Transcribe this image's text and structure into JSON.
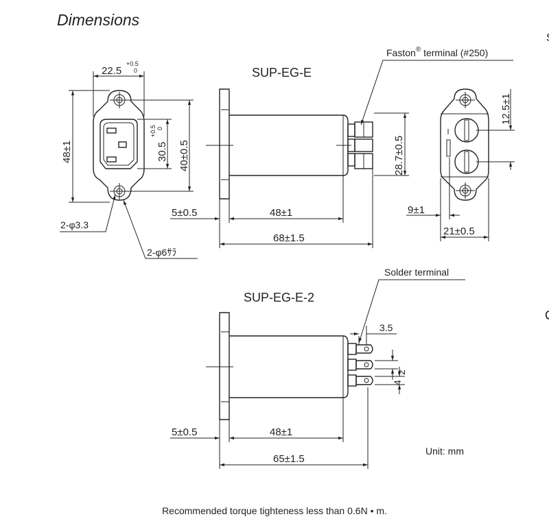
{
  "heading": "Dimensions",
  "edge_marks": [
    "S",
    "C"
  ],
  "faston": {
    "name": "Faston",
    "reg": "®",
    "rest": " terminal (#250)"
  },
  "models": {
    "top": "SUP-EG-E",
    "bottom": "SUP-EG-E-2"
  },
  "front": {
    "width": "22.5",
    "tol_plus": "+0.5",
    "tol_zero": "0",
    "height": "48±1",
    "inner": "30.5",
    "pitch": "40±0.5",
    "hole": "2-φ3.3",
    "csink": "2-φ6ｻﾗ"
  },
  "side_top": {
    "height": "28.7±0.5",
    "flange": "5±0.5",
    "body": "48±1",
    "total": "68±1.5"
  },
  "rear": {
    "height": "12.5±1",
    "offset": "9±1",
    "width": "21±0.5"
  },
  "solder": "Solder terminal",
  "side_bottom": {
    "d1": "3.5",
    "d2": "2",
    "d3": "4",
    "flange": "5±0.5",
    "body": "48±1",
    "total": "65±1.5"
  },
  "unit": "Unit: mm",
  "footer": "Recommended torque tighteness less than 0.6N • m."
}
